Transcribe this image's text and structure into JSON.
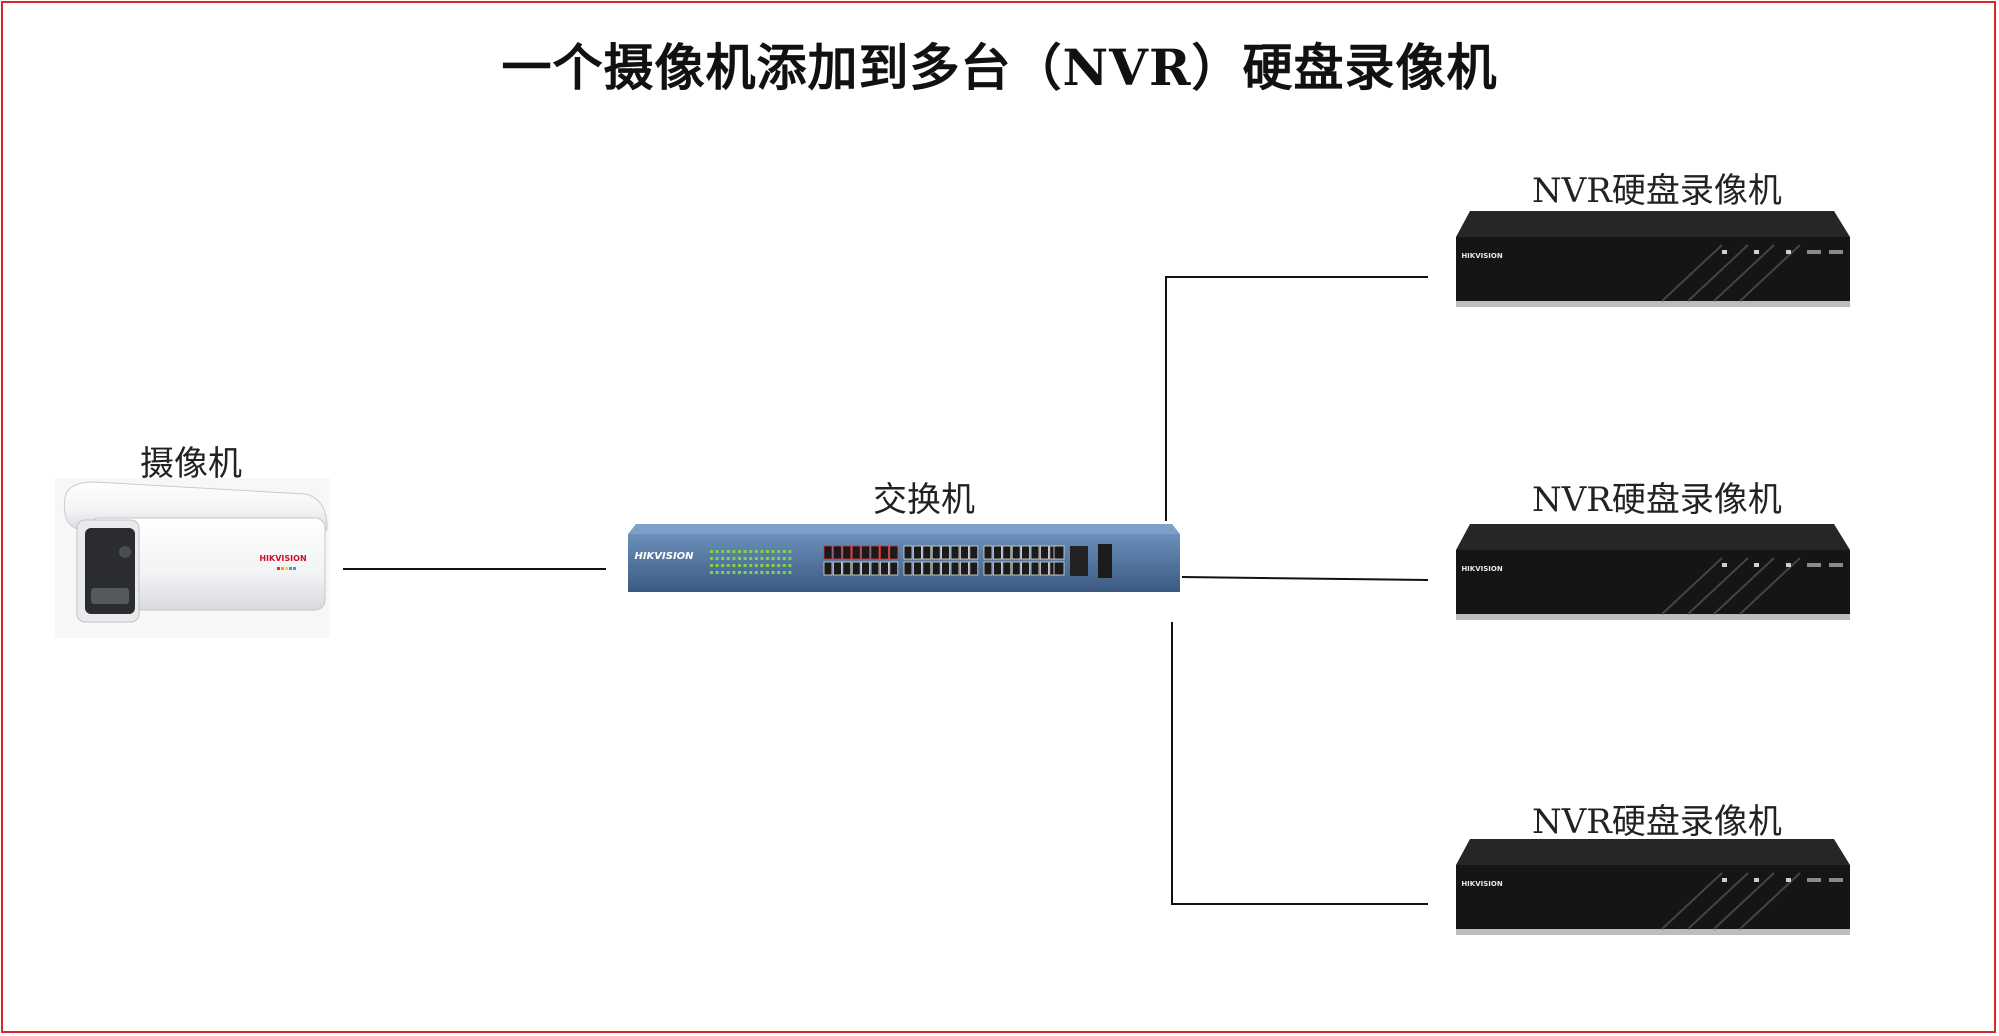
{
  "title": "一个摄像机添加到多台（NVR）硬盘录像机",
  "camera": {
    "label": "摄像机",
    "brand": "HIKVISION"
  },
  "switch": {
    "label": "交换机",
    "brand": "HIKVISION"
  },
  "nvrs": [
    {
      "label": "NVR硬盘录像机",
      "brand": "HIKVISION"
    },
    {
      "label": "NVR硬盘录像机",
      "brand": "HIKVISION"
    },
    {
      "label": "NVR硬盘录像机",
      "brand": "HIKVISION"
    }
  ],
  "colors": {
    "border": "#d42a2a",
    "wire": "#111111",
    "switch_body": "#4a6d96",
    "nvr_body": "#151515"
  }
}
